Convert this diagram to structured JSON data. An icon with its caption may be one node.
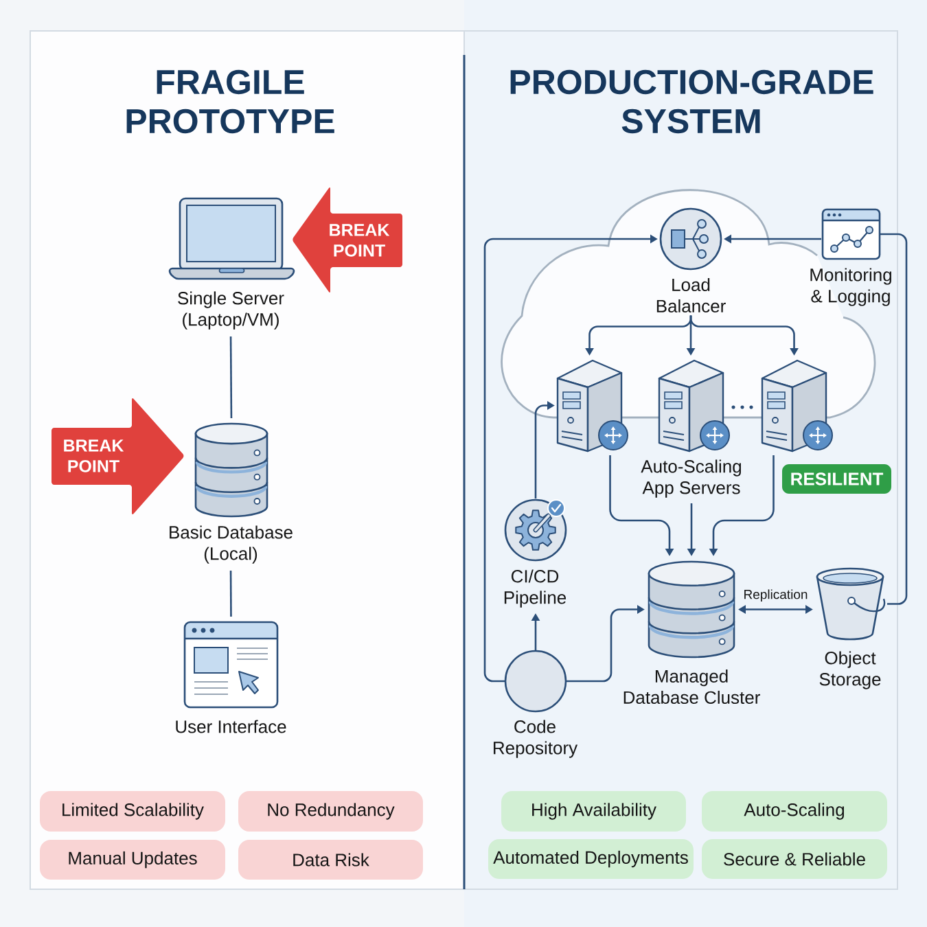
{
  "diagram": {
    "nodes": [
      {
        "text": [
          "Single Server (Laptop/VM)"
        ]
      },
      {
        "text": [
          "BREAK POINT"
        ]
      },
      {
        "text": [
          "BREAK POINT"
        ]
      },
      {
        "text": [
          "Basic Database (Local)"
        ]
      },
      {
        "text": [
          "User Interface"
        ]
      },
      {
        "text": [
          "Limited Scalability"
        ]
      },
      {
        "text": [
          "No Redundancy"
        ]
      },
      {
        "text": [
          "Manual Updates"
        ]
      },
      {
        "text": [
          "Data Risk"
        ]
      },
      {
        "text": [
          "Load Balancer"
        ]
      },
      {
        "text": [
          "Monitoring & Logging"
        ]
      },
      {
        "text": [],
        "shape": "picture"
      },
      {
        "text": [
          "Auto-Scaling App Servers"
        ]
      },
      {
        "text": [],
        "shape": "picture"
      },
      {
        "text": [
          "RESILIENT"
        ]
      },
      {
        "text": [
          "CI/CD Pipeline"
        ]
      },
      {
        "text": [
          "Managed Database Cluster"
        ]
      },
      {
        "text": [
          "Object Storage"
        ]
      },
      {
        "text": [
          "Code Repository"
        ]
      },
      {
        "text": [
          "High Availability"
        ]
      },
      {
        "text": [
          "Auto-Scaling"
        ]
      },
      {
        "text": [
          "Automated Deployments"
        ]
      },
      {
        "text": [
          "Secure & Reliable"
        ]
      }
    ],
    "edges": [
      {
        "from": 0,
        "to": 3,
        "arrow": "none"
      },
      {
        "from": 3,
        "to": 4,
        "arrow": "none"
      },
      {
        "from": 18,
        "to": 9,
        "arrow": "to"
      },
      {
        "from": 10,
        "to": 9,
        "arrow": "to"
      },
      {
        "from": 9,
        "to": 11,
        "arrow": "to"
      },
      {
        "from": 9,
        "to": 12,
        "arrow": "to"
      },
      {
        "from": 9,
        "to": 13,
        "arrow": "to"
      },
      {
        "from": 15,
        "to": 11,
        "arrow": "to"
      },
      {
        "from": 11,
        "to": 16,
        "arrow": "to"
      },
      {
        "from": 12,
        "to": 16,
        "arrow": "to"
      },
      {
        "from": 13,
        "to": 16,
        "arrow": "to"
      },
      {
        "from": 18,
        "to": 15,
        "arrow": "to"
      },
      {
        "from": 18,
        "to": 16,
        "arrow": "to"
      },
      {
        "from": 16,
        "to": 17,
        "arrow": "both",
        "label": "Replication"
      },
      {
        "from": 17,
        "to": 10,
        "arrow": "none"
      }
    ],
    "labels": [
      "FRAGILE PROTOTYPE",
      "PRODUCTION-GRADE SYSTEM"
    ]
  }
}
